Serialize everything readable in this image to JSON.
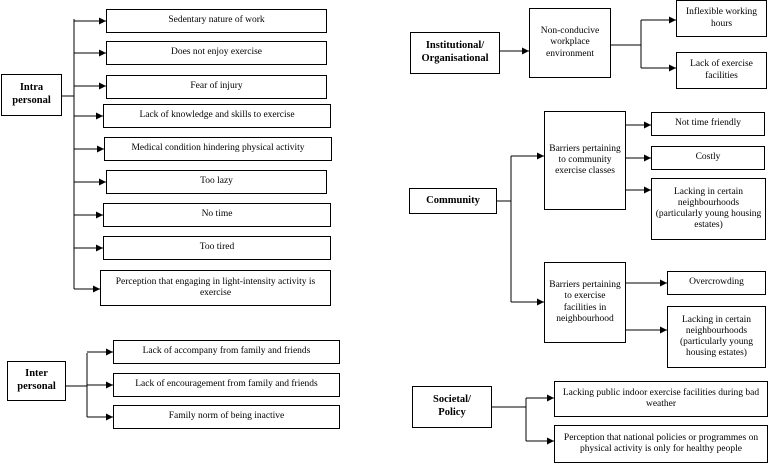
{
  "intra": {
    "label": "Intra\npersonal",
    "items": [
      "Sedentary nature of work",
      "Does not enjoy exercise",
      "Fear of injury",
      "Lack of knowledge and skills to exercise",
      "Medical condition hindering physical activity",
      "Too lazy",
      "No time",
      "Too tired",
      "Perception that engaging in light-intensity activity is exercise"
    ]
  },
  "inter": {
    "label": "Inter\npersonal",
    "items": [
      "Lack of accompany from family and friends",
      "Lack of encouragement from family and friends",
      "Family norm of being inactive"
    ]
  },
  "institutional": {
    "label": "Institutional/\nOrganisational",
    "sub": "Non-conducive workplace environment",
    "items": [
      "Inflexible working hours",
      "Lack of exercise facilities"
    ]
  },
  "community": {
    "label": "Community",
    "classes": {
      "label": "Barriers pertaining to community exercise classes",
      "items": [
        "Not time friendly",
        "Costly",
        "Lacking in certain neighbourhoods (particularly young housing estates)"
      ]
    },
    "facilities": {
      "label": "Barriers pertaining to exercise facilities in neighbourhood",
      "items": [
        "Overcrowding",
        "Lacking in certain neighbourhoods (particularly young housing estates)"
      ]
    }
  },
  "societal": {
    "label": "Societal/\nPolicy",
    "items": [
      "Lacking public indoor exercise facilities during bad weather",
      "Perception that national policies or programmes on physical activity is only for healthy people"
    ]
  }
}
